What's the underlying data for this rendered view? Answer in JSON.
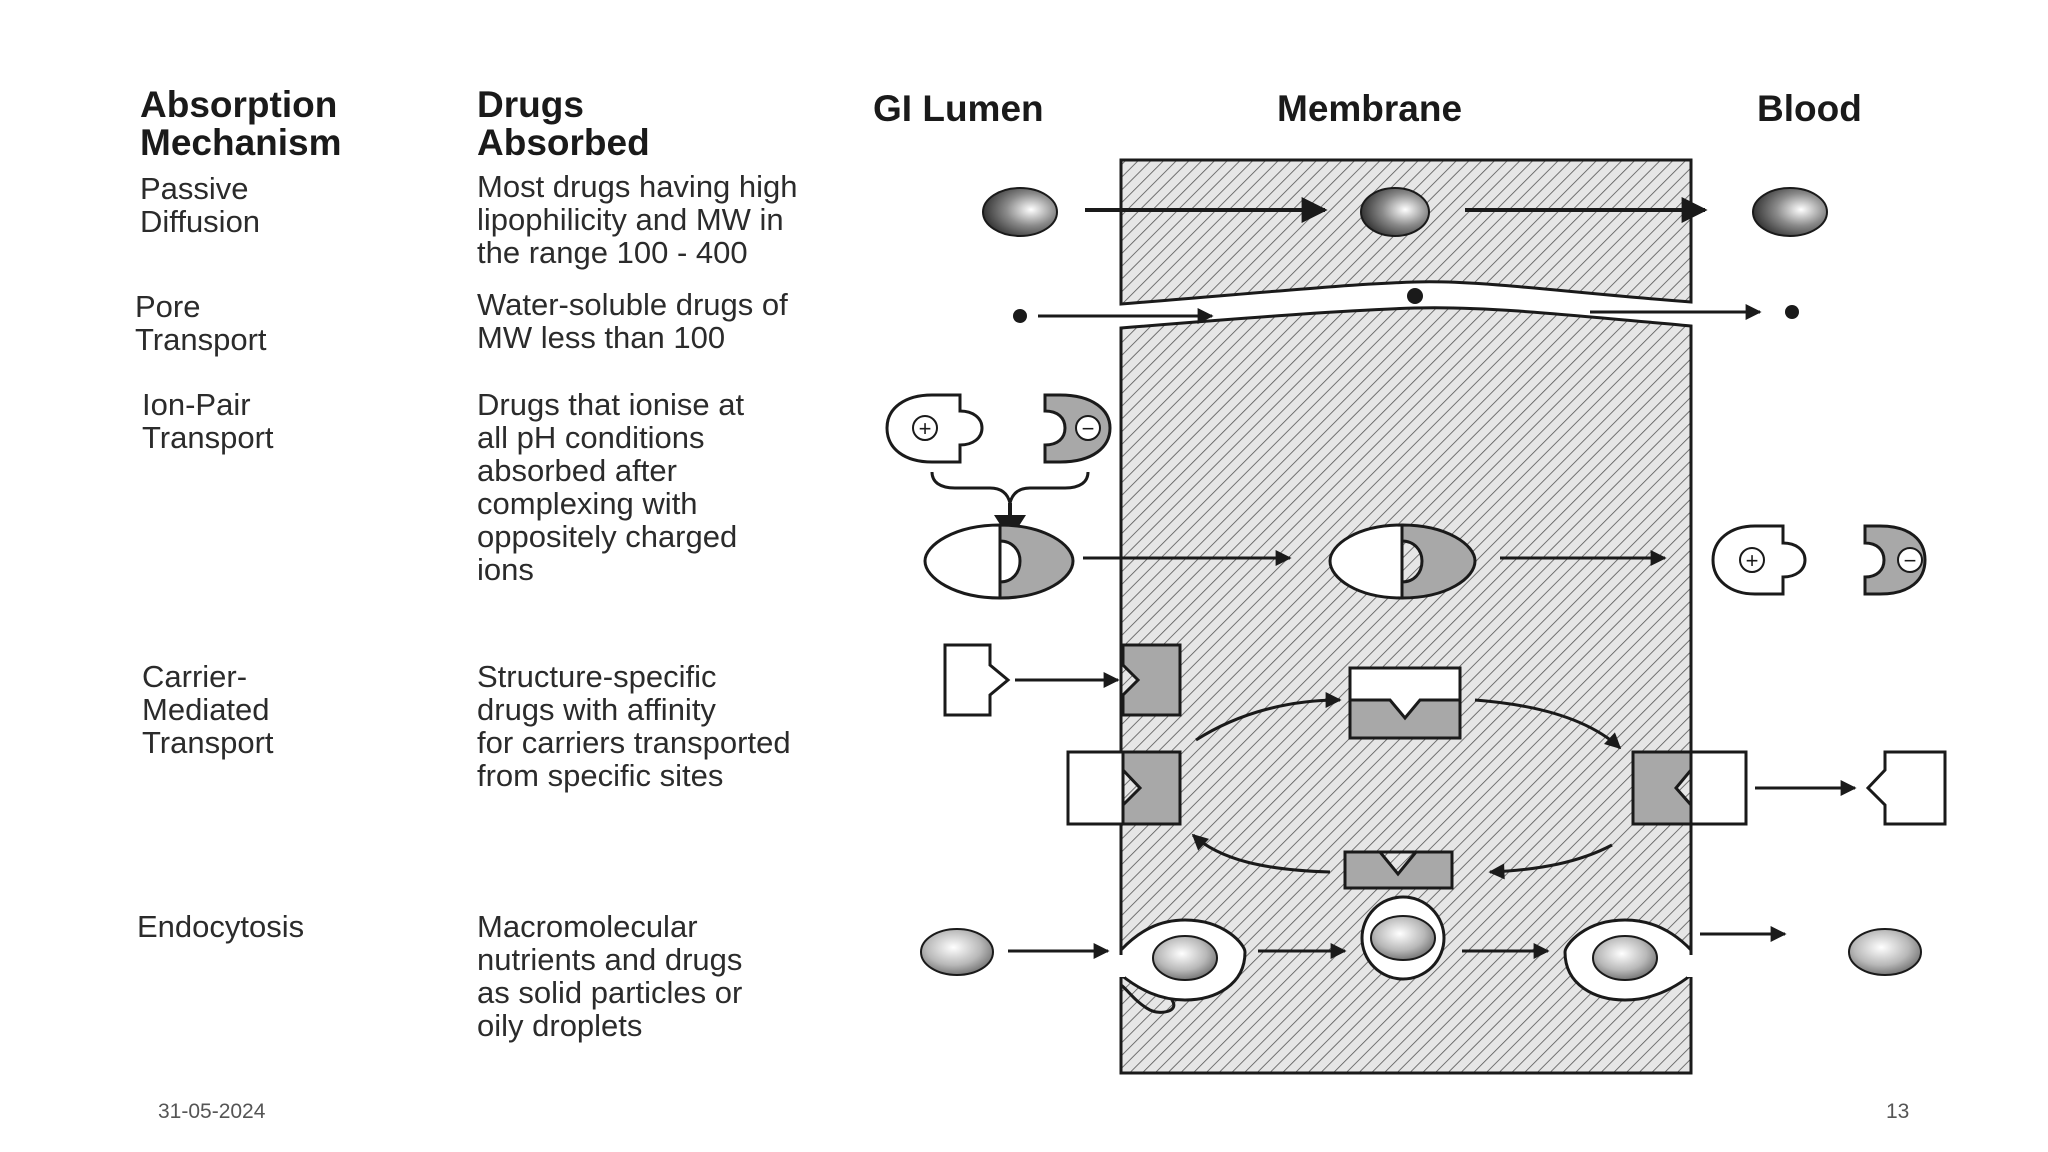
{
  "headers": {
    "mechanism": "Absorption\nMechanism",
    "drugs": "Drugs\nAbsorbed",
    "lumen": "GI Lumen",
    "membrane": "Membrane",
    "blood": "Blood"
  },
  "rows": [
    {
      "mechanism": "Passive\nDiffusion",
      "drugs": "Most drugs having high\nlipophilicity and MW  in\nthe range 100 - 400"
    },
    {
      "mechanism": "Pore\nTransport",
      "drugs": "Water-soluble drugs of\nMW  less than 100"
    },
    {
      "mechanism": "Ion-Pair\nTransport",
      "drugs": "Drugs that ionise at\nall pH conditions\nabsorbed after\ncomplexing with\noppositely charged\nions"
    },
    {
      "mechanism": "Carrier-\nMediated\nTransport",
      "drugs": "Structure-specific\ndrugs with affinity\nfor carriers transported\nfrom specific sites"
    },
    {
      "mechanism": "Endocytosis",
      "drugs": "Macromolecular\nnutrients and drugs\nas solid particles or\noily droplets"
    }
  ],
  "footer": {
    "date": "31-05-2024",
    "page": "13"
  },
  "colors": {
    "text": "#1a1a1a",
    "membrane_fill": "#e6e6e6",
    "hatch": "#555555",
    "carrier_gray": "#a8a8a8",
    "footer_text": "#555555"
  },
  "symbols": {
    "plus": "+",
    "minus": "−"
  }
}
